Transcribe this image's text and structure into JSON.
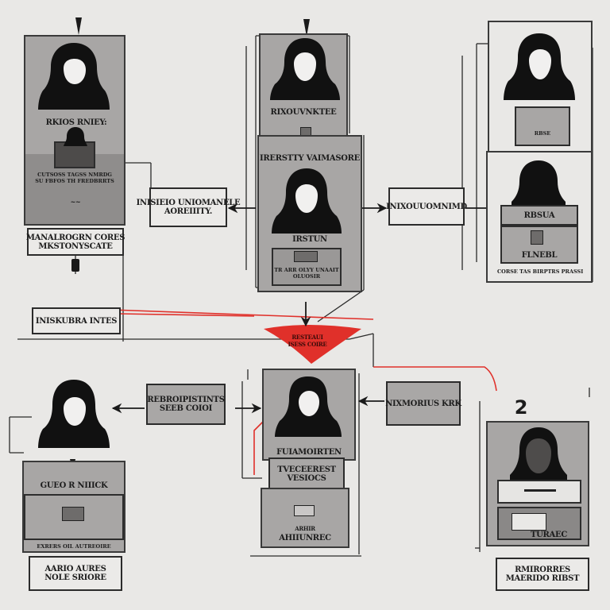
{
  "colors": {
    "background": "#e9e8e6",
    "card": "#a8a6a5",
    "line": "#2b2b2b",
    "accent_red": "#e0302a"
  },
  "icons": [
    "person-silhouette-icon",
    "arrow-left-icon",
    "arrow-right-icon",
    "arrow-down-icon",
    "pin-icon"
  ],
  "nodes": {
    "top_left": {
      "name": "RKIOS RNIEY:",
      "body": "CUTSOSS TAGSS NMRDG SU FBFOS TH FREDBRRTS",
      "mark": "~~",
      "caption_l1": "MANALROGRN CORES",
      "caption_l2": "MKSTONYSCATE"
    },
    "top_center": {
      "name": "RIXOUVNKTEE",
      "sub": "IRERSTTY VAIMASORE",
      "role": "IRSTUN",
      "body": "TR ARR OLYY UNAAIT OLUOSIR"
    },
    "top_right": {
      "name": "RBSE",
      "tag": "RBSUA",
      "tag_l2": "FLNEBL",
      "body": "CORSE TAS BIRPTRS PRASSI"
    },
    "bottom_left": {
      "name": "GUEO R NIIICK",
      "body": "EXRERS OIL AUTREOIRE",
      "caption_l1": "AARIO AURES",
      "caption_l2": "NOLE SRIORE"
    },
    "bottom_center": {
      "name": "FUIAMOIRTEN",
      "sub_l1": "TVECEEREST",
      "sub_l2": "VESIOCS",
      "body_l1": "ARHIR",
      "body_l2": "AHIIUNREC"
    },
    "bottom_right": {
      "number": "2",
      "name": "TURAEC",
      "caption_l1": "RMIRORRES",
      "caption_l2": "MAERIDO RIBST"
    }
  },
  "connectors": {
    "c1": {
      "l1": "INISIEIO UNIOMANELE",
      "l2": "AOREIIITY."
    },
    "c2": "INIXOUUOMNIMD",
    "c3": "INISKUBRA INTES",
    "c4": {
      "l1": "REBROIPISTINTS",
      "l2": "SEEB COIOI"
    },
    "c5": "NIXMORIUS KRK",
    "hub": {
      "l1": "RESTEAUI",
      "l2": "ISESS COIRE"
    }
  }
}
